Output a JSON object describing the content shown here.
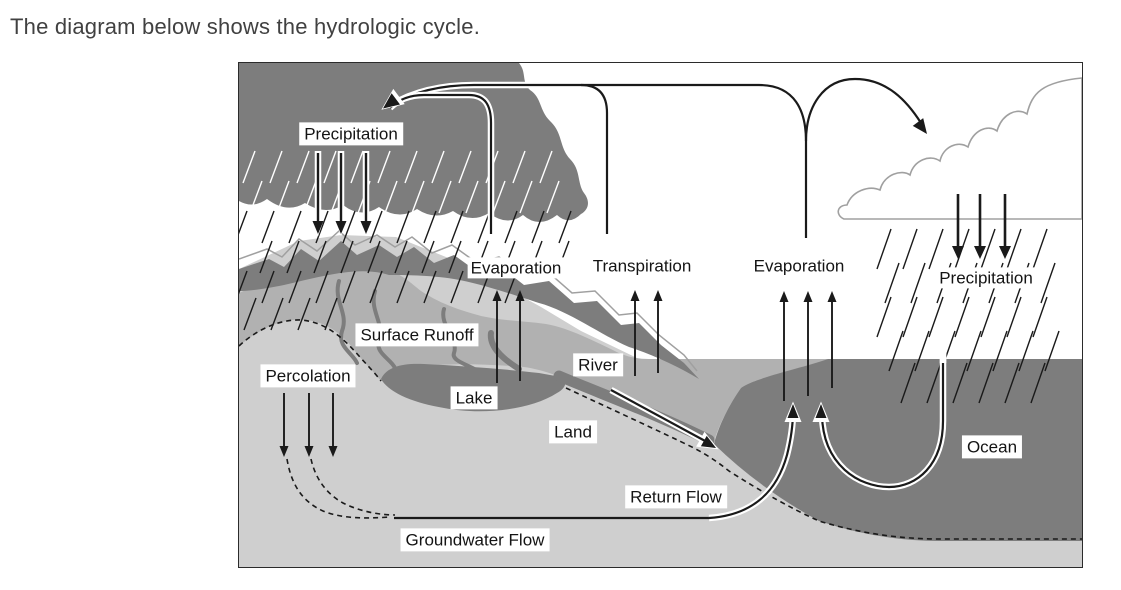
{
  "title": "The diagram below shows the hydrologic cycle.",
  "diagram": {
    "type": "hydrologic-cycle",
    "labels": {
      "precipitation_left": "Precipitation",
      "precipitation_right": "Precipitation",
      "evaporation_lake": "Evaporation",
      "transpiration": "Transpiration",
      "evaporation_ocean": "Evaporation",
      "surface_runoff": "Surface Runoff",
      "percolation": "Percolation",
      "lake": "Lake",
      "river": "River",
      "land": "Land",
      "return_flow": "Return Flow",
      "groundwater_flow": "Groundwater Flow",
      "ocean": "Ocean"
    },
    "colors": {
      "cloud_dark": "#7d7d7d",
      "terrain_medium": "#b1b1b1",
      "terrain_light": "#cfcfcf",
      "water_dark": "#7d7d7d",
      "cloud_outline": "#a0a0a0",
      "line": "#1a1a1a"
    }
  }
}
